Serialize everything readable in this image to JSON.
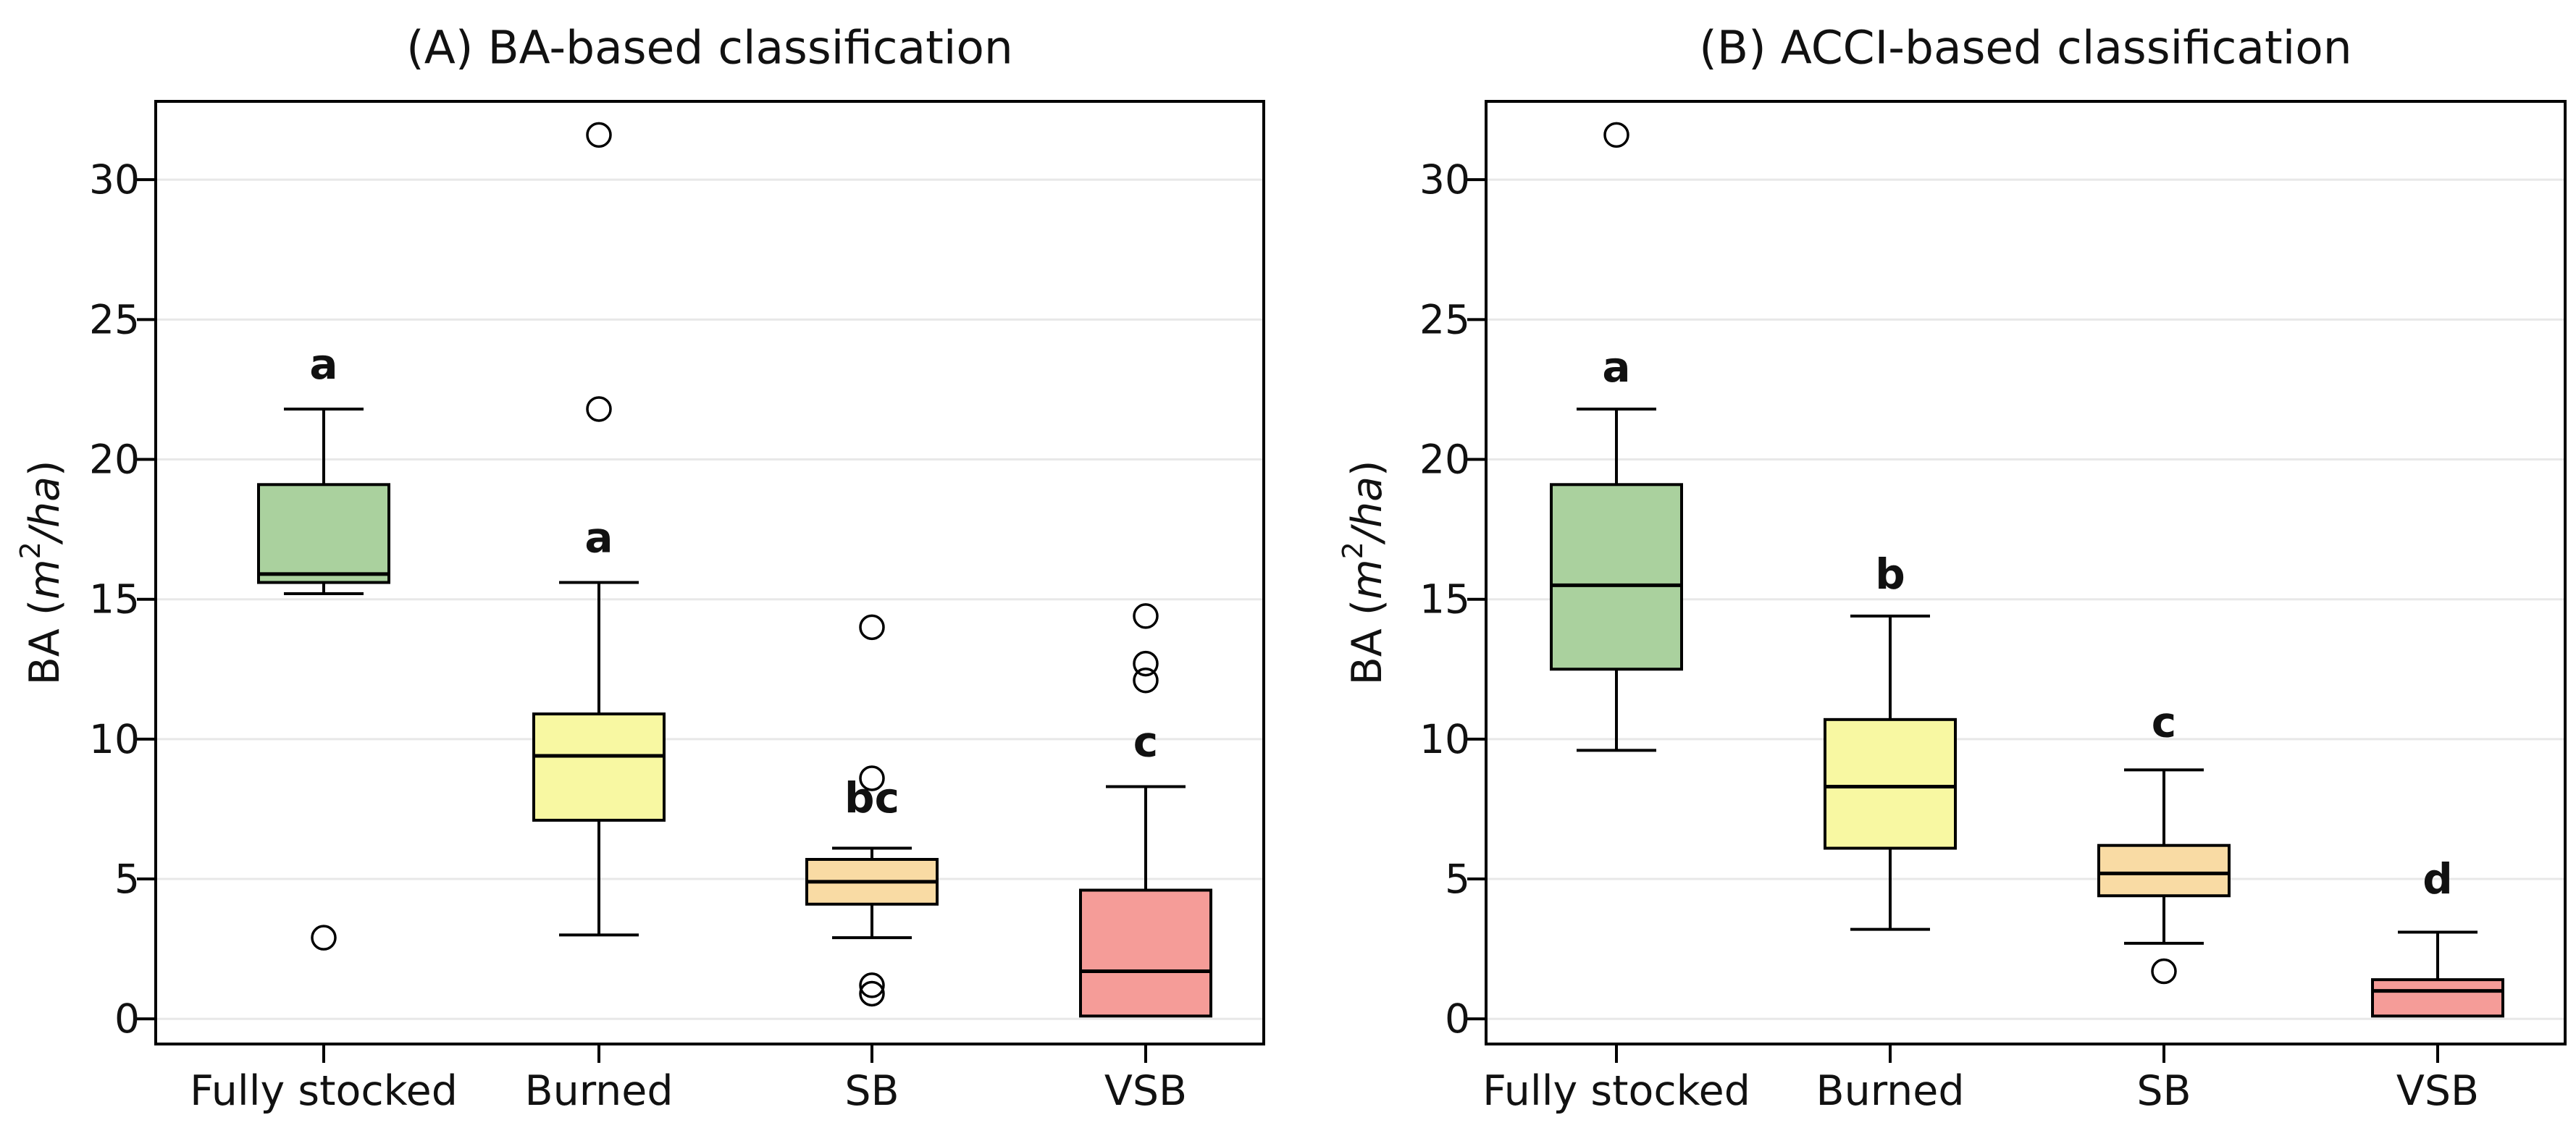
{
  "figure": {
    "ylabel": "BA (m²/ha)",
    "background": "#ffffff",
    "grid_color": "#e8e8e8",
    "frame_color": "#000000",
    "text_color": "#111111",
    "outlier_marker": "open-circle"
  },
  "chart_data": [
    {
      "type": "boxplot",
      "title": "(A) BA-based classification",
      "ylabel": "BA (m²/ha)",
      "categories": [
        "Fully stocked",
        "Burned",
        "SB",
        "VSB"
      ],
      "yticks": [
        0,
        5,
        10,
        15,
        20,
        25,
        30
      ],
      "ylim": [
        -0.9,
        32.8
      ],
      "grid": true,
      "series": [
        {
          "label": "Fully stocked",
          "fill": "#aad19e",
          "low": 15.2,
          "q1": 15.6,
          "median": 15.9,
          "q3": 19.1,
          "high": 21.8,
          "outliers": [
            2.9
          ],
          "letter": "a",
          "letter_y": 23.4
        },
        {
          "label": "Burned",
          "fill": "#f8f8a2",
          "low": 3.0,
          "q1": 7.1,
          "median": 9.4,
          "q3": 10.9,
          "high": 15.6,
          "outliers": [
            21.8,
            31.6
          ],
          "letter": "a",
          "letter_y": 17.2
        },
        {
          "label": "SB",
          "fill": "#f9dba4",
          "low": 2.9,
          "q1": 4.1,
          "median": 4.9,
          "q3": 5.7,
          "high": 6.1,
          "outliers": [
            14.0,
            8.6,
            1.2,
            0.9
          ],
          "letter": "bc",
          "letter_y": 7.9
        },
        {
          "label": "VSB",
          "fill": "#f59c98",
          "low": 0.1,
          "q1": 0.1,
          "median": 1.7,
          "q3": 4.6,
          "high": 8.3,
          "outliers": [
            14.4,
            12.7,
            12.1
          ],
          "letter": "c",
          "letter_y": 9.9
        }
      ]
    },
    {
      "type": "boxplot",
      "title": "(B) ACCI-based classification",
      "ylabel": "BA (m²/ha)",
      "categories": [
        "Fully stocked",
        "Burned",
        "SB",
        "VSB"
      ],
      "yticks": [
        0,
        5,
        10,
        15,
        20,
        25,
        30
      ],
      "ylim": [
        -0.9,
        32.8
      ],
      "grid": true,
      "series": [
        {
          "label": "Fully stocked",
          "fill": "#aad19e",
          "low": 9.6,
          "q1": 12.5,
          "median": 15.5,
          "q3": 19.1,
          "high": 21.8,
          "outliers": [
            31.6
          ],
          "letter": "a",
          "letter_y": 23.3
        },
        {
          "label": "Burned",
          "fill": "#f8f8a2",
          "low": 3.2,
          "q1": 6.1,
          "median": 8.3,
          "q3": 10.7,
          "high": 14.4,
          "outliers": [],
          "letter": "b",
          "letter_y": 15.9
        },
        {
          "label": "SB",
          "fill": "#f9dba4",
          "low": 2.7,
          "q1": 4.4,
          "median": 5.2,
          "q3": 6.2,
          "high": 8.9,
          "outliers": [
            1.7
          ],
          "letter": "c",
          "letter_y": 10.6
        },
        {
          "label": "VSB",
          "fill": "#f59c98",
          "low": 0.1,
          "q1": 0.1,
          "median": 1.0,
          "q3": 1.4,
          "high": 3.1,
          "outliers": [],
          "letter": "d",
          "letter_y": 5.0
        }
      ]
    }
  ]
}
